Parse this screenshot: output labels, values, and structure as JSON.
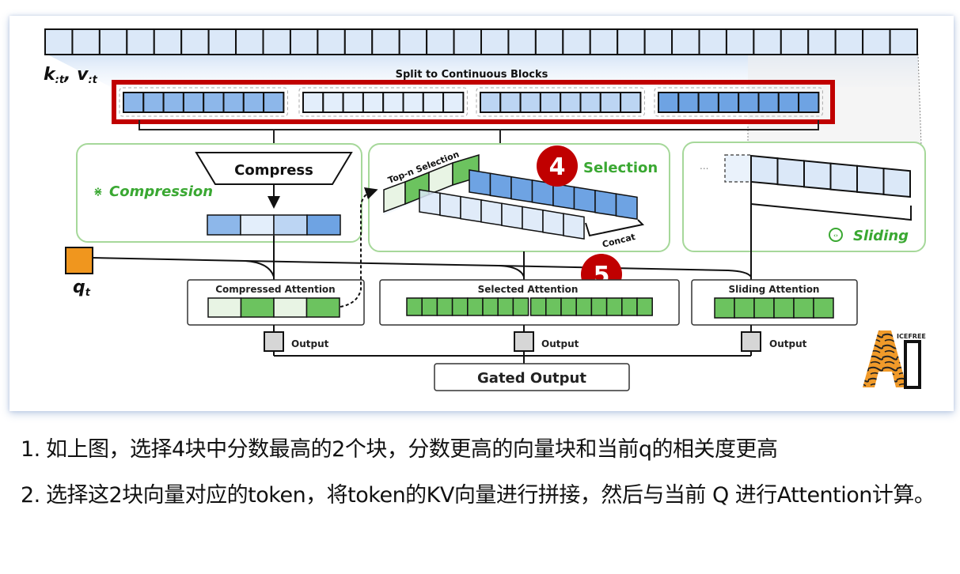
{
  "diagram": {
    "kv_label_k": "k",
    "kv_label_k_sub": ":t",
    "kv_label_sep": ", ",
    "kv_label_v": "v",
    "kv_label_v_sub": ":t",
    "split_label": "Split to Continuous Blocks",
    "token_count": 32,
    "blocks": [
      {
        "name": "block-1",
        "cells": 8,
        "fill": "#8db7ea"
      },
      {
        "name": "block-2",
        "cells": 8,
        "fill": "#e3eefb"
      },
      {
        "name": "block-3",
        "cells": 8,
        "fill": "#bcd5f3"
      },
      {
        "name": "block-4",
        "cells": 8,
        "fill": "#6ea3e3"
      }
    ],
    "compression": {
      "title": "Compression",
      "compress_label": "Compress",
      "compressed_cells": [
        "#8db7ea",
        "#e3eefb",
        "#bcd5f3",
        "#6ea3e3"
      ]
    },
    "selection": {
      "badge": "4",
      "title": "Selection",
      "topn_label": "Top-n Selection",
      "concat_label": "Concat"
    },
    "sliding": {
      "title": "Sliding",
      "ellipsis": "...",
      "window_cells": 6
    },
    "query_label": "q",
    "query_sub": "t",
    "badge_5": "5",
    "attention": [
      {
        "title": "Compressed Attention",
        "cells": [
          "#e8f4e4",
          "#6cc35f",
          "#e8f4e4",
          "#6cc35f"
        ],
        "output_label": "Output"
      },
      {
        "title": "Selected Attention",
        "cell_count": 16,
        "output_label": "Output"
      },
      {
        "title": "Sliding Attention",
        "cell_count": 6,
        "output_label": "Output"
      }
    ],
    "gated_output": "Gated Output",
    "watermark": {
      "letter": "A",
      "text": "ICEFREE"
    },
    "colors": {
      "highlight_red": "#c00000",
      "green_text": "#3aa832",
      "green_cell": "#6cc35f",
      "query_orange": "#f0961e",
      "output_gray": "#d6d6d6"
    }
  },
  "notes": [
    {
      "num": "1.",
      "text": "如上图，选择4块中分数最高的2个块，分数更高的向量块和当前q的相关度更高"
    },
    {
      "num": "2.",
      "text": "选择这2块向量对应的token，将token的KV向量进行拼接，然后与当前 Q 进行Attention计算。"
    }
  ]
}
